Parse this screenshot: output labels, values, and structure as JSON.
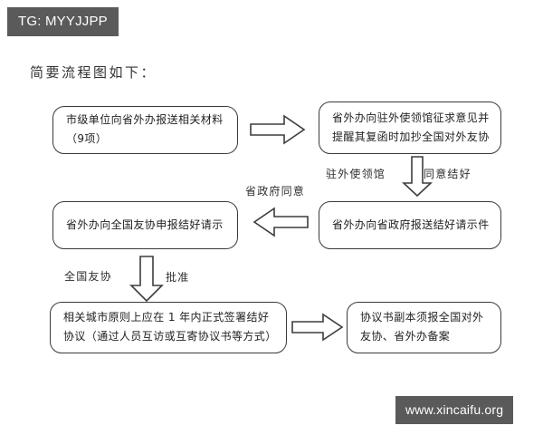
{
  "watermarks": {
    "top": {
      "text": "TG: MYYJJPP",
      "bg": "#5a5a5a",
      "color": "#ffffff"
    },
    "bottom": {
      "text": "www.xincaifu.org",
      "bg": "#5a5a5a",
      "color": "#ffffff"
    }
  },
  "heading": "简要流程图如下：",
  "page": {
    "background": "#ffffff",
    "ink": "#3a3a3a"
  },
  "diagram": {
    "nodes": [
      {
        "id": "node-1",
        "text": "市级单位向省外办报送相关材料（9项）"
      },
      {
        "id": "node-2",
        "text": "省外办向驻外使领馆征求意见并提醒其复函时加抄全国对外友协"
      },
      {
        "id": "node-3",
        "text": "省外办向全国友协申报结好请示"
      },
      {
        "id": "node-4",
        "text": "省外办向省政府报送结好请示件"
      },
      {
        "id": "node-5",
        "text": "相关城市原则上应在 1 年内正式签署结好协议（通过人员互访或互寄协议书等方式）"
      },
      {
        "id": "node-6",
        "text": "协议书副本须报全国对外友协、省外办备案"
      }
    ],
    "edge_labels": [
      {
        "id": "lbl-consulate",
        "text": "驻外使领馆"
      },
      {
        "id": "lbl-agree",
        "text": "同意结好"
      },
      {
        "id": "lbl-prov-gov",
        "text": "省政府同意"
      },
      {
        "id": "lbl-cpaffc",
        "text": "全国友协"
      },
      {
        "id": "lbl-approve",
        "text": "批准"
      }
    ],
    "arrows": [
      {
        "id": "arr-r1",
        "direction": "right",
        "from": "node-1",
        "to": "node-2"
      },
      {
        "id": "arr-d1",
        "direction": "down",
        "from": "node-2",
        "to": "node-4"
      },
      {
        "id": "arr-l1",
        "direction": "left",
        "from": "node-4",
        "to": "node-3"
      },
      {
        "id": "arr-d2",
        "direction": "down",
        "from": "node-3",
        "to": "node-5"
      },
      {
        "id": "arr-r2",
        "direction": "right",
        "from": "node-5",
        "to": "node-6"
      }
    ]
  }
}
